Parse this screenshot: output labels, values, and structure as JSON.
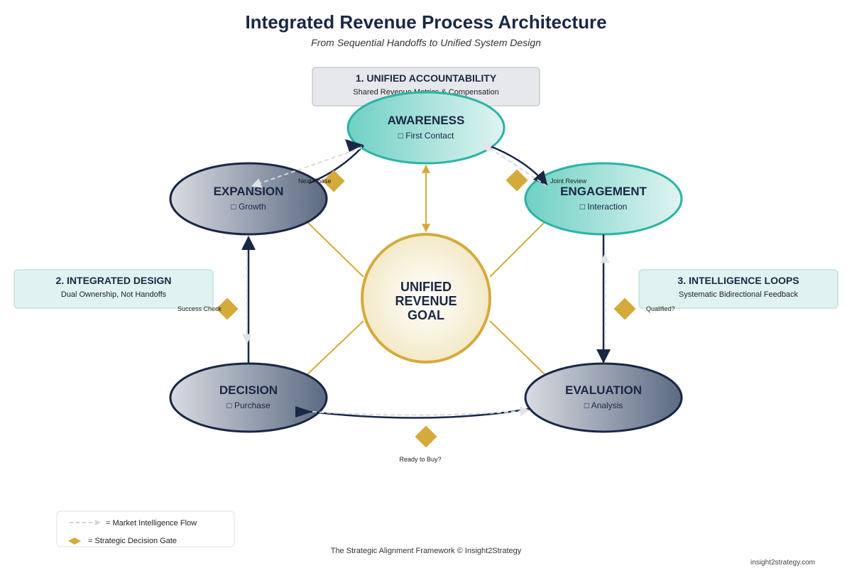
{
  "header": {
    "title": "Integrated Revenue Process Architecture",
    "subtitle": "From Sequential Handoffs to Unified System Design"
  },
  "principles": [
    {
      "title": "1. UNIFIED ACCOUNTABILITY",
      "subtitle": "Shared Revenue Metrics & Compensation"
    },
    {
      "title": "2. INTEGRATED DESIGN",
      "subtitle": "Dual Ownership, Not Handoffs"
    },
    {
      "title": "3. INTELLIGENCE LOOPS",
      "subtitle": "Systematic Bidirectional Feedback"
    }
  ],
  "stages": [
    {
      "key": "awareness",
      "label": "AWARENESS",
      "sub": "□ First Contact",
      "style": "teal"
    },
    {
      "key": "engagement",
      "label": "ENGAGEMENT",
      "sub": "□ Interaction",
      "style": "teal"
    },
    {
      "key": "evaluation",
      "label": "EVALUATION",
      "sub": "□ Analysis",
      "style": "slate"
    },
    {
      "key": "decision",
      "label": "DECISION",
      "sub": "□ Purchase",
      "style": "slate"
    },
    {
      "key": "expansion",
      "label": "EXPANSION",
      "sub": "□ Growth",
      "style": "slate"
    }
  ],
  "center": {
    "lines": [
      "UNIFIED",
      "REVENUE",
      "GOAL"
    ]
  },
  "gates": [
    {
      "key": "awareness-engagement",
      "label": "Joint Review"
    },
    {
      "key": "engagement-evaluation",
      "label": "Qualified?"
    },
    {
      "key": "evaluation-decision",
      "label": "Ready to Buy?"
    },
    {
      "key": "decision-expansion",
      "label": "Success Check"
    },
    {
      "key": "expansion-awareness",
      "label": "Next Phase"
    }
  ],
  "legend": {
    "intelligence_flow": "= Market Intelligence Flow",
    "decision_gate": "= Strategic Decision Gate"
  },
  "footer": {
    "text": "The Strategic Alignment Framework © Insight2Strategy",
    "credit": "insight2strategy.com"
  },
  "colors": {
    "navy": "#1a2744",
    "teal": "#2bb3a3",
    "gold": "#d4aa3a",
    "slate": "#5a6a82",
    "light_gray_flow": "#cfd3d8"
  }
}
